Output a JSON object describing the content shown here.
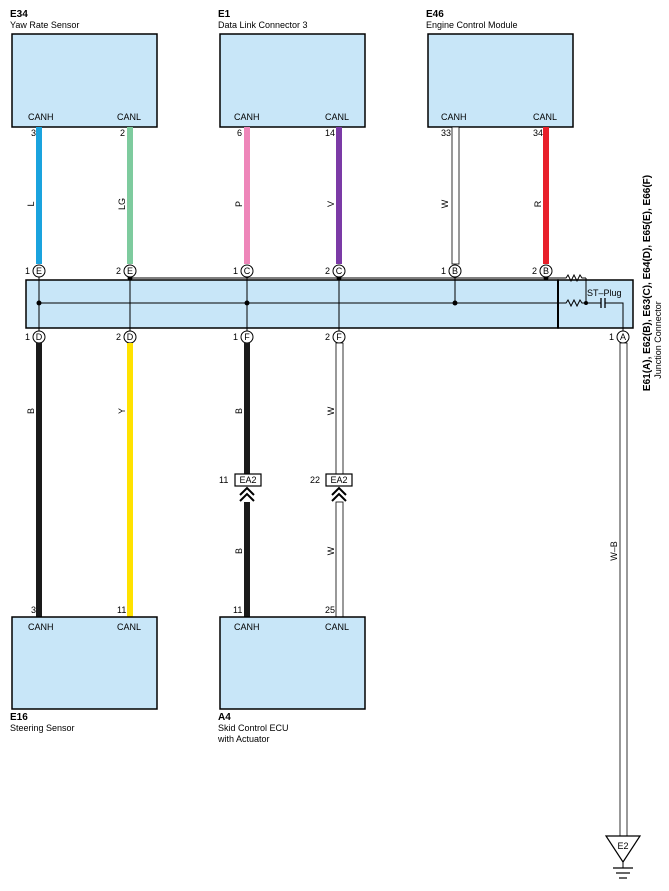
{
  "components": {
    "e34": {
      "code": "E34",
      "name": "Yaw Rate Sensor",
      "pin_left_name": "CANH",
      "pin_right_name": "CANL",
      "pin_left_no": "3",
      "pin_right_no": "2"
    },
    "e1": {
      "code": "E1",
      "name": "Data Link Connector 3",
      "pin_left_name": "CANH",
      "pin_right_name": "CANL",
      "pin_left_no": "6",
      "pin_right_no": "14"
    },
    "e46": {
      "code": "E46",
      "name": "Engine Control Module",
      "pin_left_name": "CANH",
      "pin_right_name": "CANL",
      "pin_left_no": "33",
      "pin_right_no": "34"
    },
    "e16": {
      "code": "E16",
      "name": "Steering Sensor",
      "pin_left_name": "CANH",
      "pin_right_name": "CANL",
      "pin_left_no": "3",
      "pin_right_no": "11"
    },
    "a4": {
      "code": "A4",
      "name_line1": "Skid Control ECU",
      "name_line2": "with Actuator",
      "pin_left_name": "CANH",
      "pin_right_name": "CANL",
      "pin_left_no": "11",
      "pin_right_no": "25"
    }
  },
  "junction": {
    "codes": "E61(A), E62(B), E63(C), E64(D), E65(E), E66(F)",
    "name": "Junction Connector",
    "st_plug": "ST–Plug",
    "top_pins": [
      {
        "no": "1",
        "letter": "E"
      },
      {
        "no": "2",
        "letter": "E"
      },
      {
        "no": "1",
        "letter": "C"
      },
      {
        "no": "2",
        "letter": "C"
      },
      {
        "no": "1",
        "letter": "B"
      },
      {
        "no": "2",
        "letter": "B"
      }
    ],
    "bottom_pins": [
      {
        "no": "1",
        "letter": "D"
      },
      {
        "no": "2",
        "letter": "D"
      },
      {
        "no": "1",
        "letter": "F"
      },
      {
        "no": "2",
        "letter": "F"
      },
      {
        "no": "1",
        "letter": "A"
      }
    ]
  },
  "wires": {
    "e34_h": {
      "label": "L",
      "color": "#1aa3de"
    },
    "e34_l": {
      "label": "LG",
      "color": "#7ecb9e"
    },
    "e1_h": {
      "label": "P",
      "color": "#ee86b9"
    },
    "e1_l": {
      "label": "V",
      "color": "#7b3aa6"
    },
    "e46_h": {
      "label": "W",
      "color": "#ffffff"
    },
    "e46_l": {
      "label": "R",
      "color": "#e8202a"
    },
    "e16_h": {
      "label": "B",
      "color": "#1a1a1a"
    },
    "e16_l": {
      "label": "Y",
      "color": "#ffe200"
    },
    "a4_h_top": {
      "label": "B",
      "color": "#1a1a1a"
    },
    "a4_l_top": {
      "label": "W",
      "color": "#ffffff"
    },
    "a4_h_bot": {
      "label": "B",
      "color": "#1a1a1a"
    },
    "a4_l_bot": {
      "label": "W",
      "color": "#ffffff"
    },
    "ground": {
      "label": "W–B"
    }
  },
  "connectors": {
    "ea2_left": {
      "label": "EA2",
      "pin": "11"
    },
    "ea2_right": {
      "label": "EA2",
      "pin": "22"
    }
  },
  "ground_point": {
    "label": "E2"
  },
  "colors": {
    "box_fill": "#c8e6f8",
    "stroke": "#000000"
  }
}
